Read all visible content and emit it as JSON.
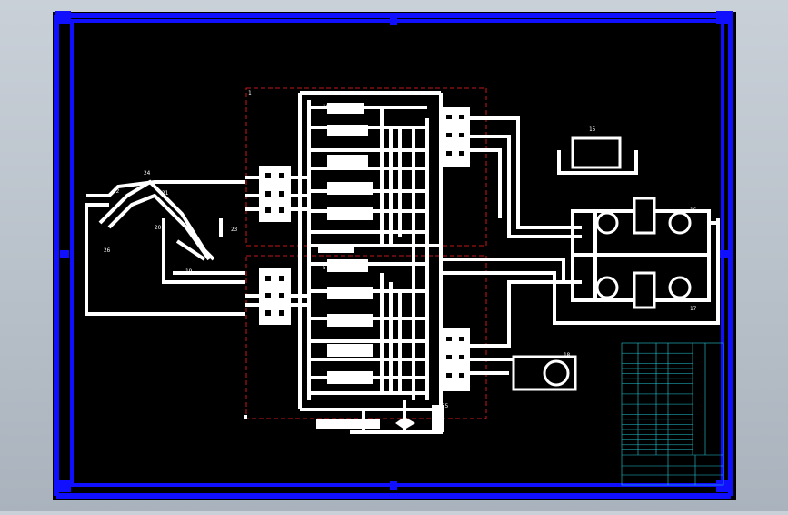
{
  "app": {
    "view": "CAD drawing sheet - hydraulic schematic"
  },
  "colors": {
    "background": "#000000",
    "frame": "#1010ff",
    "lines": "#ffffff",
    "dashed": "#ff2020",
    "table": "#20c8d8"
  },
  "callouts": {
    "c1": "1",
    "c5": "5",
    "c10": "10",
    "c15": "15",
    "c16": "16",
    "c17": "17",
    "c18": "18",
    "c19": "19",
    "c20": "20",
    "c21": "21",
    "c22": "22",
    "c23": "23",
    "c24": "24",
    "c25": "25",
    "c26": "26"
  },
  "title_block": {
    "rows": 22,
    "note": ""
  }
}
